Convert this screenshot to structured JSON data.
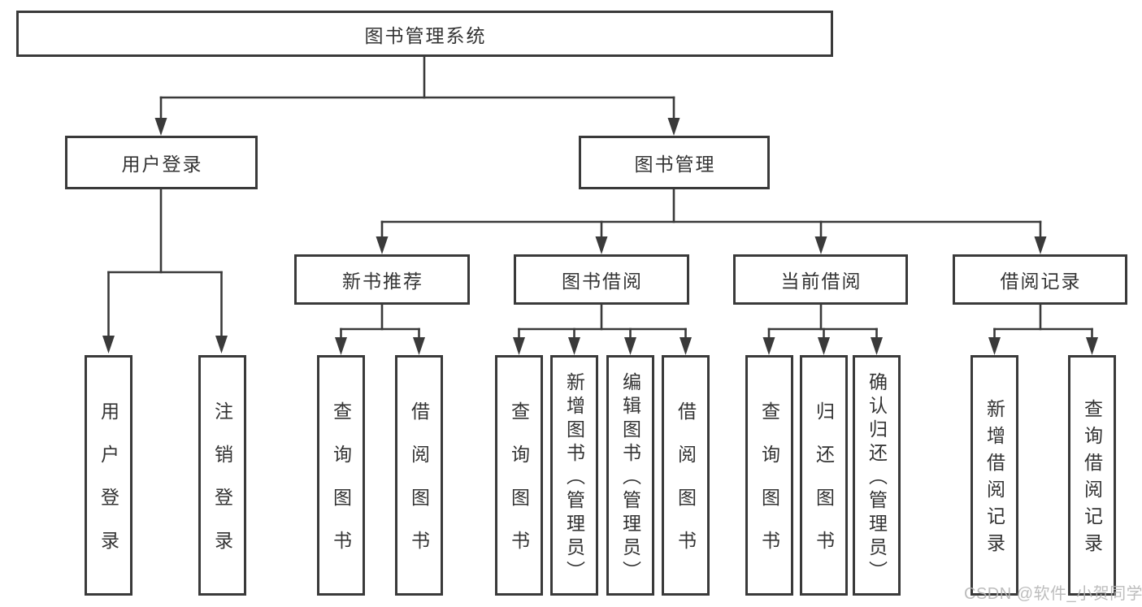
{
  "diagram": {
    "root": {
      "label": "图书管理系统"
    },
    "branches": [
      {
        "label": "用户登录",
        "children": [
          {
            "label": "用户登录"
          },
          {
            "label": "注销登录"
          }
        ]
      },
      {
        "label": "图书管理",
        "children": [
          {
            "label": "新书推荐",
            "children": [
              {
                "label": "查询图书"
              },
              {
                "label": "借阅图书"
              }
            ]
          },
          {
            "label": "图书借阅",
            "children": [
              {
                "label": "查询图书"
              },
              {
                "label": "新增图书（管理员）"
              },
              {
                "label": "编辑图书（管理员）"
              },
              {
                "label": "借阅图书"
              }
            ]
          },
          {
            "label": "当前借阅",
            "children": [
              {
                "label": "查询图书"
              },
              {
                "label": "归还图书"
              },
              {
                "label": "确认归还（管理员）"
              }
            ]
          },
          {
            "label": "借阅记录",
            "children": [
              {
                "label": "新增借阅记录"
              },
              {
                "label": "查询借阅记录"
              }
            ]
          }
        ]
      }
    ]
  },
  "watermark": {
    "text": "CSDN @软件_小贺同学"
  },
  "colors": {
    "line": "#3a3a3a",
    "text": "#333333",
    "box_background": "#ffffff",
    "page_background": "#ffffff",
    "watermark": "#b5b5b5"
  }
}
